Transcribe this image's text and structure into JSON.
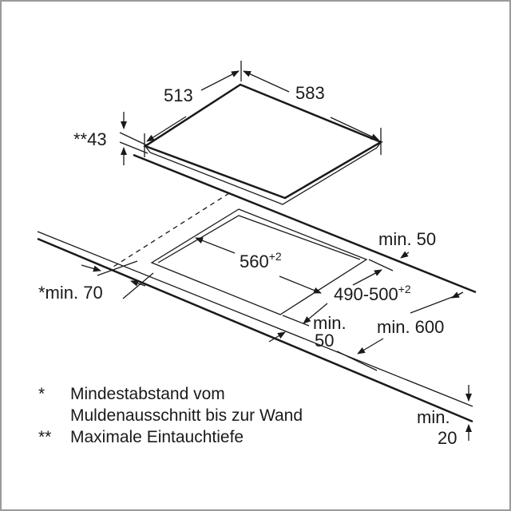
{
  "dimensions": {
    "hob_depth": "513",
    "hob_width": "583",
    "hob_height": "**43",
    "rear_clearance": "min. 50",
    "cutout_width": "560",
    "cutout_width_tol": "+2",
    "side_clearance": "*min. 70",
    "cutout_depth": "490-500",
    "cutout_depth_tol": "+2",
    "front_clearance_label": "min.",
    "front_clearance_value": "50",
    "counter_depth": "min. 600",
    "counter_thickness_label": "min.",
    "counter_thickness_value": "20"
  },
  "notes": [
    {
      "mark": "*",
      "lines": [
        "Mindestabstand vom",
        "Muldenausschnitt bis zur Wand"
      ]
    },
    {
      "mark": "**",
      "lines": [
        "Maximale Eintauchtiefe"
      ]
    }
  ]
}
